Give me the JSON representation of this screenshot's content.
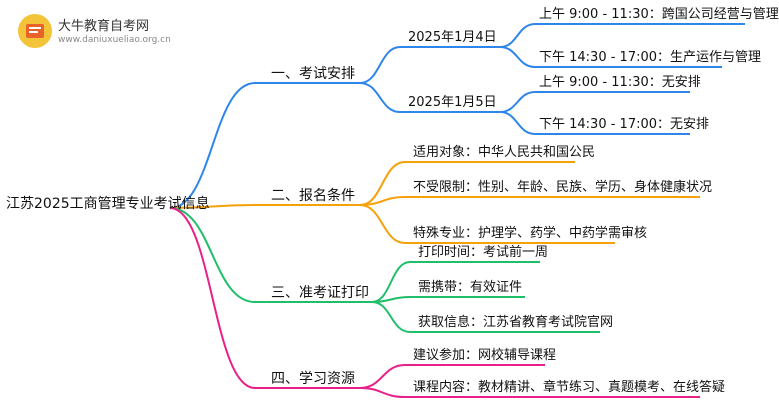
{
  "logo": {
    "title": "大牛教育自考网",
    "subtitle": "www.daniuxueliao.org.cn",
    "icon": "book-icon"
  },
  "root": "江苏2025工商管理专业考试信息",
  "branches": [
    {
      "label": "一、考试安排",
      "color": "#2f86ea",
      "children": [
        {
          "label": "2025年1月4日",
          "children": [
            "上午 9:00 - 11:30：跨国公司经营与管理",
            "下午 14:30 - 17:00：生产运作与管理"
          ]
        },
        {
          "label": "2025年1月5日",
          "children": [
            "上午 9:00 - 11:30：无安排",
            "下午 14:30 - 17:00：无安排"
          ]
        }
      ]
    },
    {
      "label": "二、报名条件",
      "color": "#f5a10a",
      "children": [
        {
          "label": "适用对象：中华人民共和国公民"
        },
        {
          "label": "不受限制：性别、年龄、民族、学历、身体健康状况"
        },
        {
          "label": "特殊专业：护理学、药学、中药学需审核"
        }
      ]
    },
    {
      "label": "三、准考证打印",
      "color": "#1fbf6a",
      "children": [
        {
          "label": "打印时间：考试前一周"
        },
        {
          "label": "需携带：有效证件"
        },
        {
          "label": "获取信息：江苏省教育考试院官网"
        }
      ]
    },
    {
      "label": "四、学习资源",
      "color": "#e8208a",
      "children": [
        {
          "label": "建议参加：网校辅导课程"
        },
        {
          "label": "课程内容：教材精讲、章节练习、真题模考、在线答疑"
        }
      ]
    }
  ]
}
